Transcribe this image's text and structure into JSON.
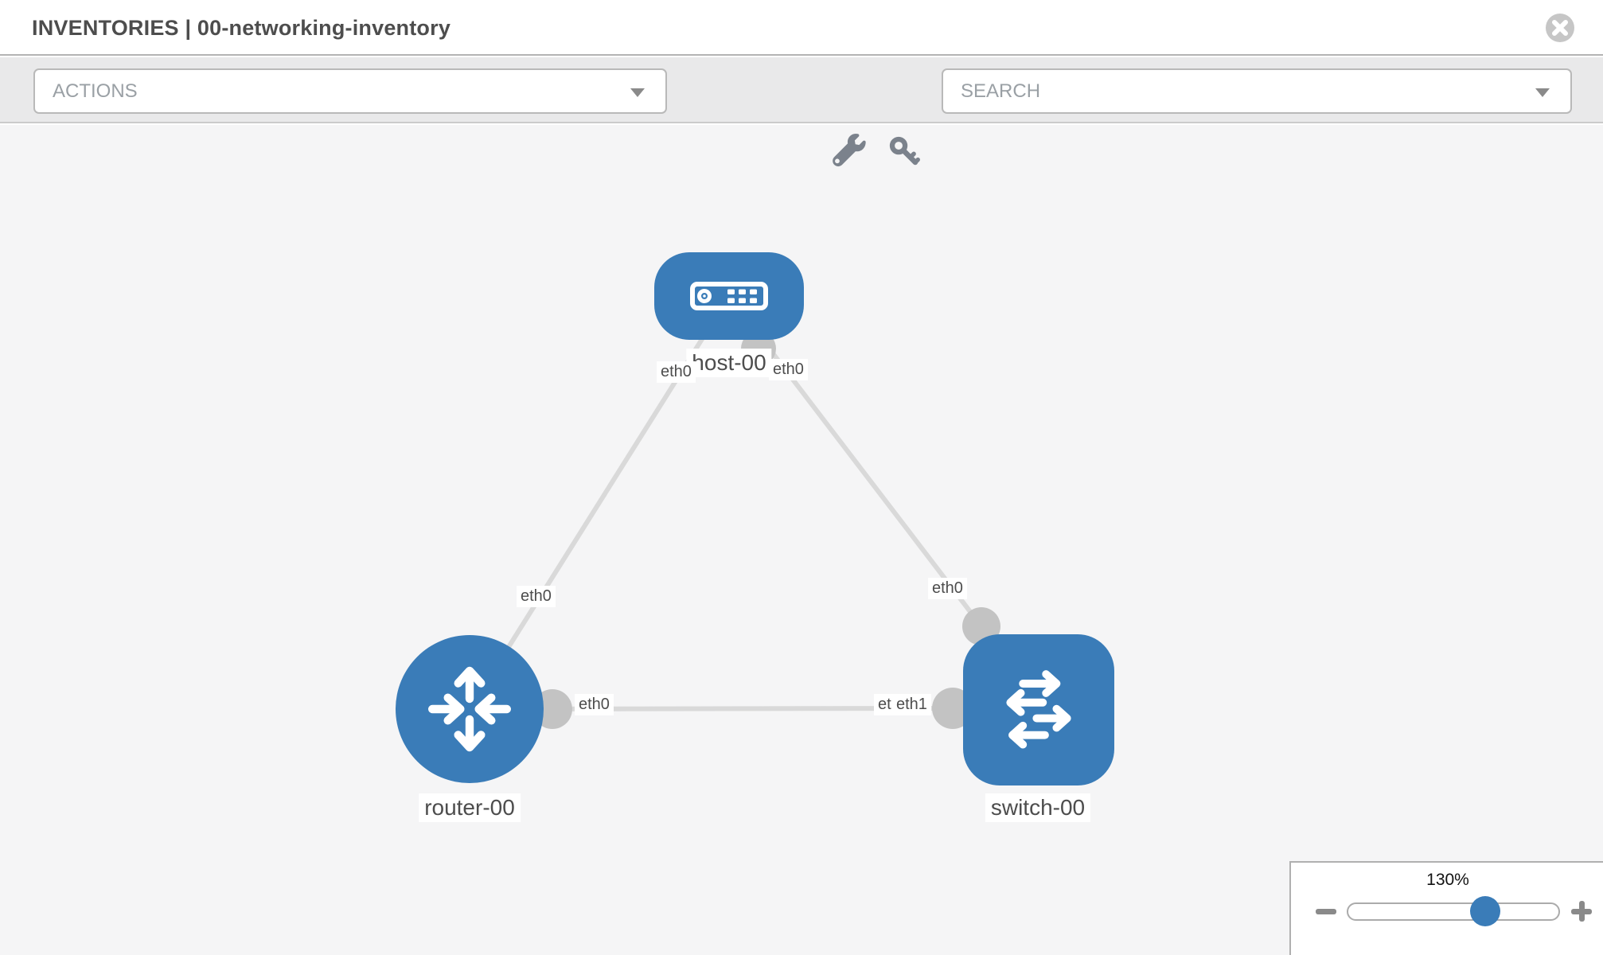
{
  "header": {
    "title": "INVENTORIES | 00-networking-inventory",
    "close_icon": "x-circle-icon"
  },
  "toolbar": {
    "actions_dropdown": {
      "value": "ACTIONS"
    },
    "tool_icons": [
      "wrench-icon",
      "key-icon"
    ],
    "search_dropdown": {
      "value": "SEARCH"
    }
  },
  "topology": {
    "nodes": {
      "host": {
        "label": "host-00",
        "type": "host",
        "icon": "server-icon"
      },
      "router": {
        "label": "router-00",
        "type": "router",
        "icon": "router-arrows-icon"
      },
      "switch": {
        "label": "switch-00",
        "type": "switch",
        "icon": "switch-arrows-icon"
      }
    },
    "links": [
      {
        "from": "host-00",
        "to": "router-00"
      },
      {
        "from": "host-00",
        "to": "switch-00"
      },
      {
        "from": "router-00",
        "to": "switch-00"
      }
    ],
    "port_labels": {
      "host_left": "eth0",
      "host_right": "eth0",
      "router_top": "eth0",
      "switch_top": "eth0",
      "link_router_side": "eth0",
      "link_switch_side_back": "eth1",
      "link_switch_side_front": "eth1"
    }
  },
  "zoom_control": {
    "level": "130%"
  },
  "colors": {
    "node_blue": "#3a7cb8",
    "link_gray": "#d9d9d9",
    "connector_gray": "#c3c3c3",
    "icon_gray": "#7b828c",
    "toolbar_bg": "#e9e9ea",
    "canvas_bg": "#f5f5f6"
  }
}
